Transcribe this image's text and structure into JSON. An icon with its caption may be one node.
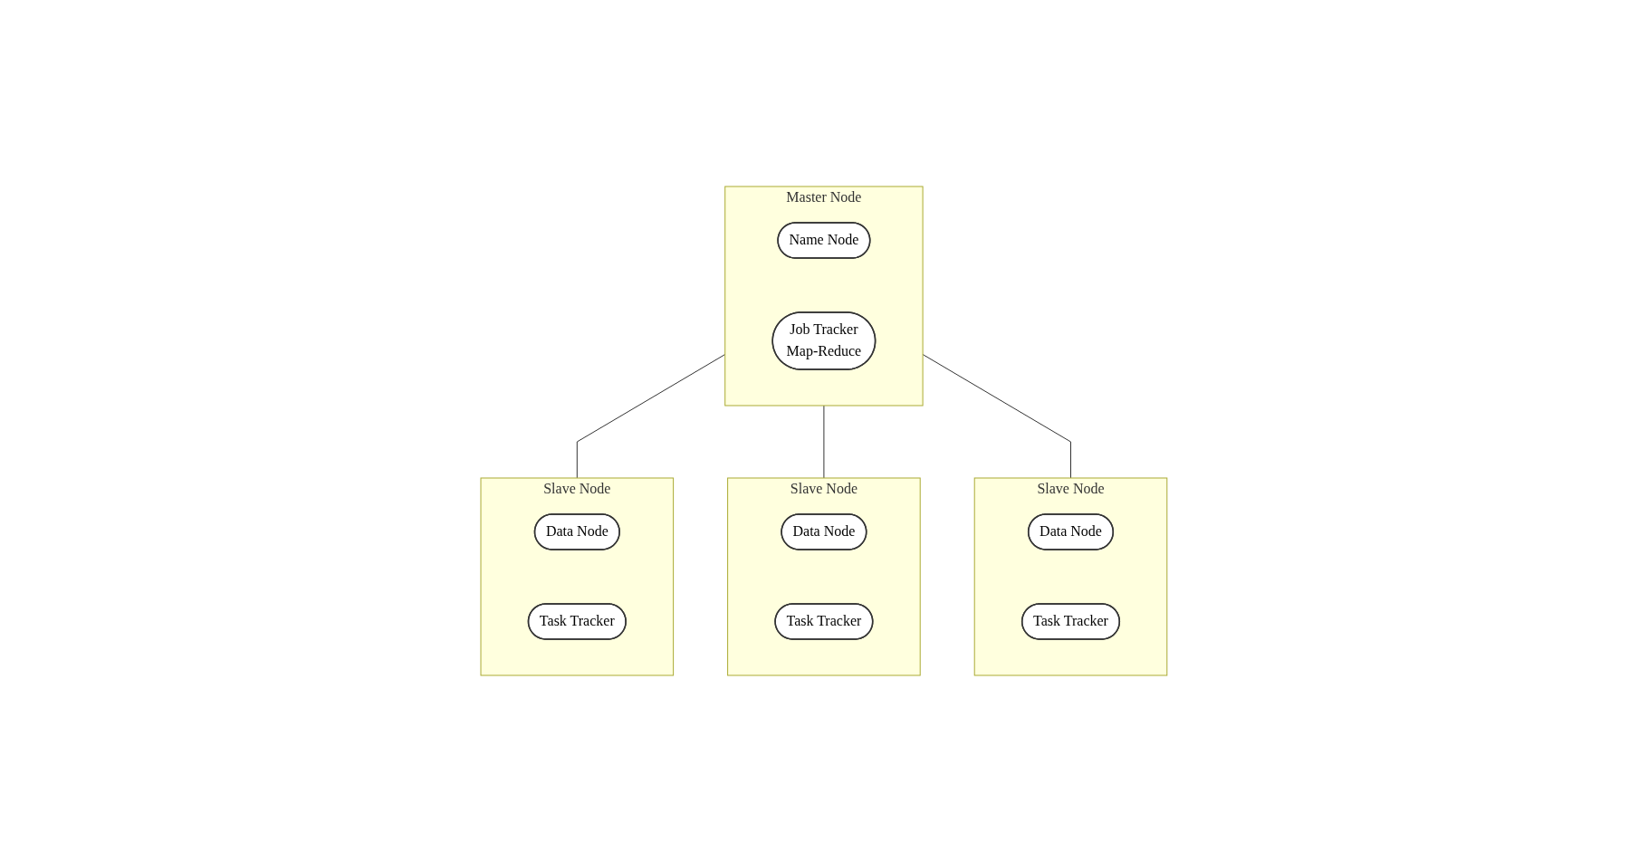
{
  "diagram": {
    "nodes": [
      {
        "text": [
          "Master Node"
        ]
      },
      {
        "text": [
          "Name Node"
        ],
        "in": 0
      },
      {
        "text": [
          "Job Tracker",
          "Map-Reduce"
        ],
        "in": 0
      },
      {
        "text": [
          "Slave Node"
        ]
      },
      {
        "text": [
          "Data Node"
        ],
        "in": 3
      },
      {
        "text": [
          "Task Tracker"
        ],
        "in": 3
      },
      {
        "text": [
          "Slave Node"
        ]
      },
      {
        "text": [
          "Data Node"
        ],
        "in": 6
      },
      {
        "text": [
          "Task Tracker"
        ],
        "in": 6
      },
      {
        "text": [
          "Slave Node"
        ]
      },
      {
        "text": [
          "Data Node"
        ],
        "in": 9
      },
      {
        "text": [
          "Task Tracker"
        ],
        "in": 9
      }
    ],
    "edges": [
      {
        "from": 0,
        "to": 3,
        "arrow": "none"
      },
      {
        "from": 0,
        "to": 6,
        "arrow": "none"
      },
      {
        "from": 0,
        "to": 9,
        "arrow": "none"
      }
    ]
  }
}
